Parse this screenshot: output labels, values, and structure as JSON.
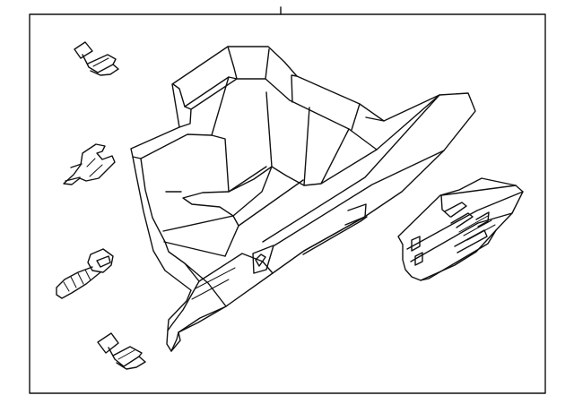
{
  "diagram": {
    "style": "black-and-white exploded parts line drawing",
    "background_color": "#ffffff",
    "stroke_color": "#111111",
    "components": [
      "glove-box-assembly",
      "latch-assembly",
      "push-pin-clip",
      "clip-retainer",
      "bolt-fastener",
      "push-pin-clip-lower"
    ]
  }
}
